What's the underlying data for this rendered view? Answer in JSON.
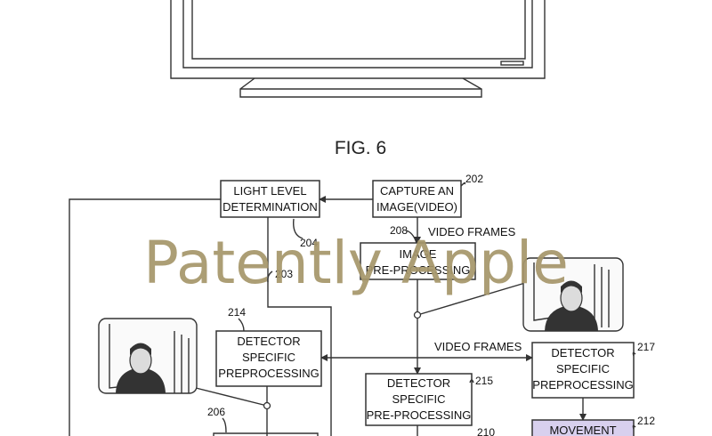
{
  "figure_label": "FIG. 6",
  "watermark": "Patently Apple",
  "boxes": {
    "light_level": [
      "LIGHT LEVEL",
      "DETERMINATION"
    ],
    "capture": [
      "CAPTURE AN",
      "IMAGE(VIDEO)"
    ],
    "image_pre": [
      "IMAGE",
      "PRE-PROCESSING"
    ],
    "detector_left": [
      "DETECTOR",
      "SPECIFIC",
      "PREPROCESSING"
    ],
    "detector_center": [
      "DETECTOR",
      "SPECIFIC",
      "PRE-PROCESSING"
    ],
    "detector_right": [
      "DETECTOR",
      "SPECIFIC",
      "PREPROCESSING"
    ],
    "movement": "MOVEMENT"
  },
  "labels": {
    "video_frames_top": "VIDEO FRAMES",
    "video_frames_mid": "VIDEO FRAMES"
  },
  "refs": {
    "r202": "202",
    "r204": "204",
    "r208": "208",
    "r203": "203",
    "r214": "214",
    "r215": "215",
    "r217": "217",
    "r206": "206",
    "r210": "210",
    "r212": "212"
  },
  "colors": {
    "watermark": "#a6966a",
    "movement_fill": "#d8d0ee",
    "line": "#333333"
  }
}
